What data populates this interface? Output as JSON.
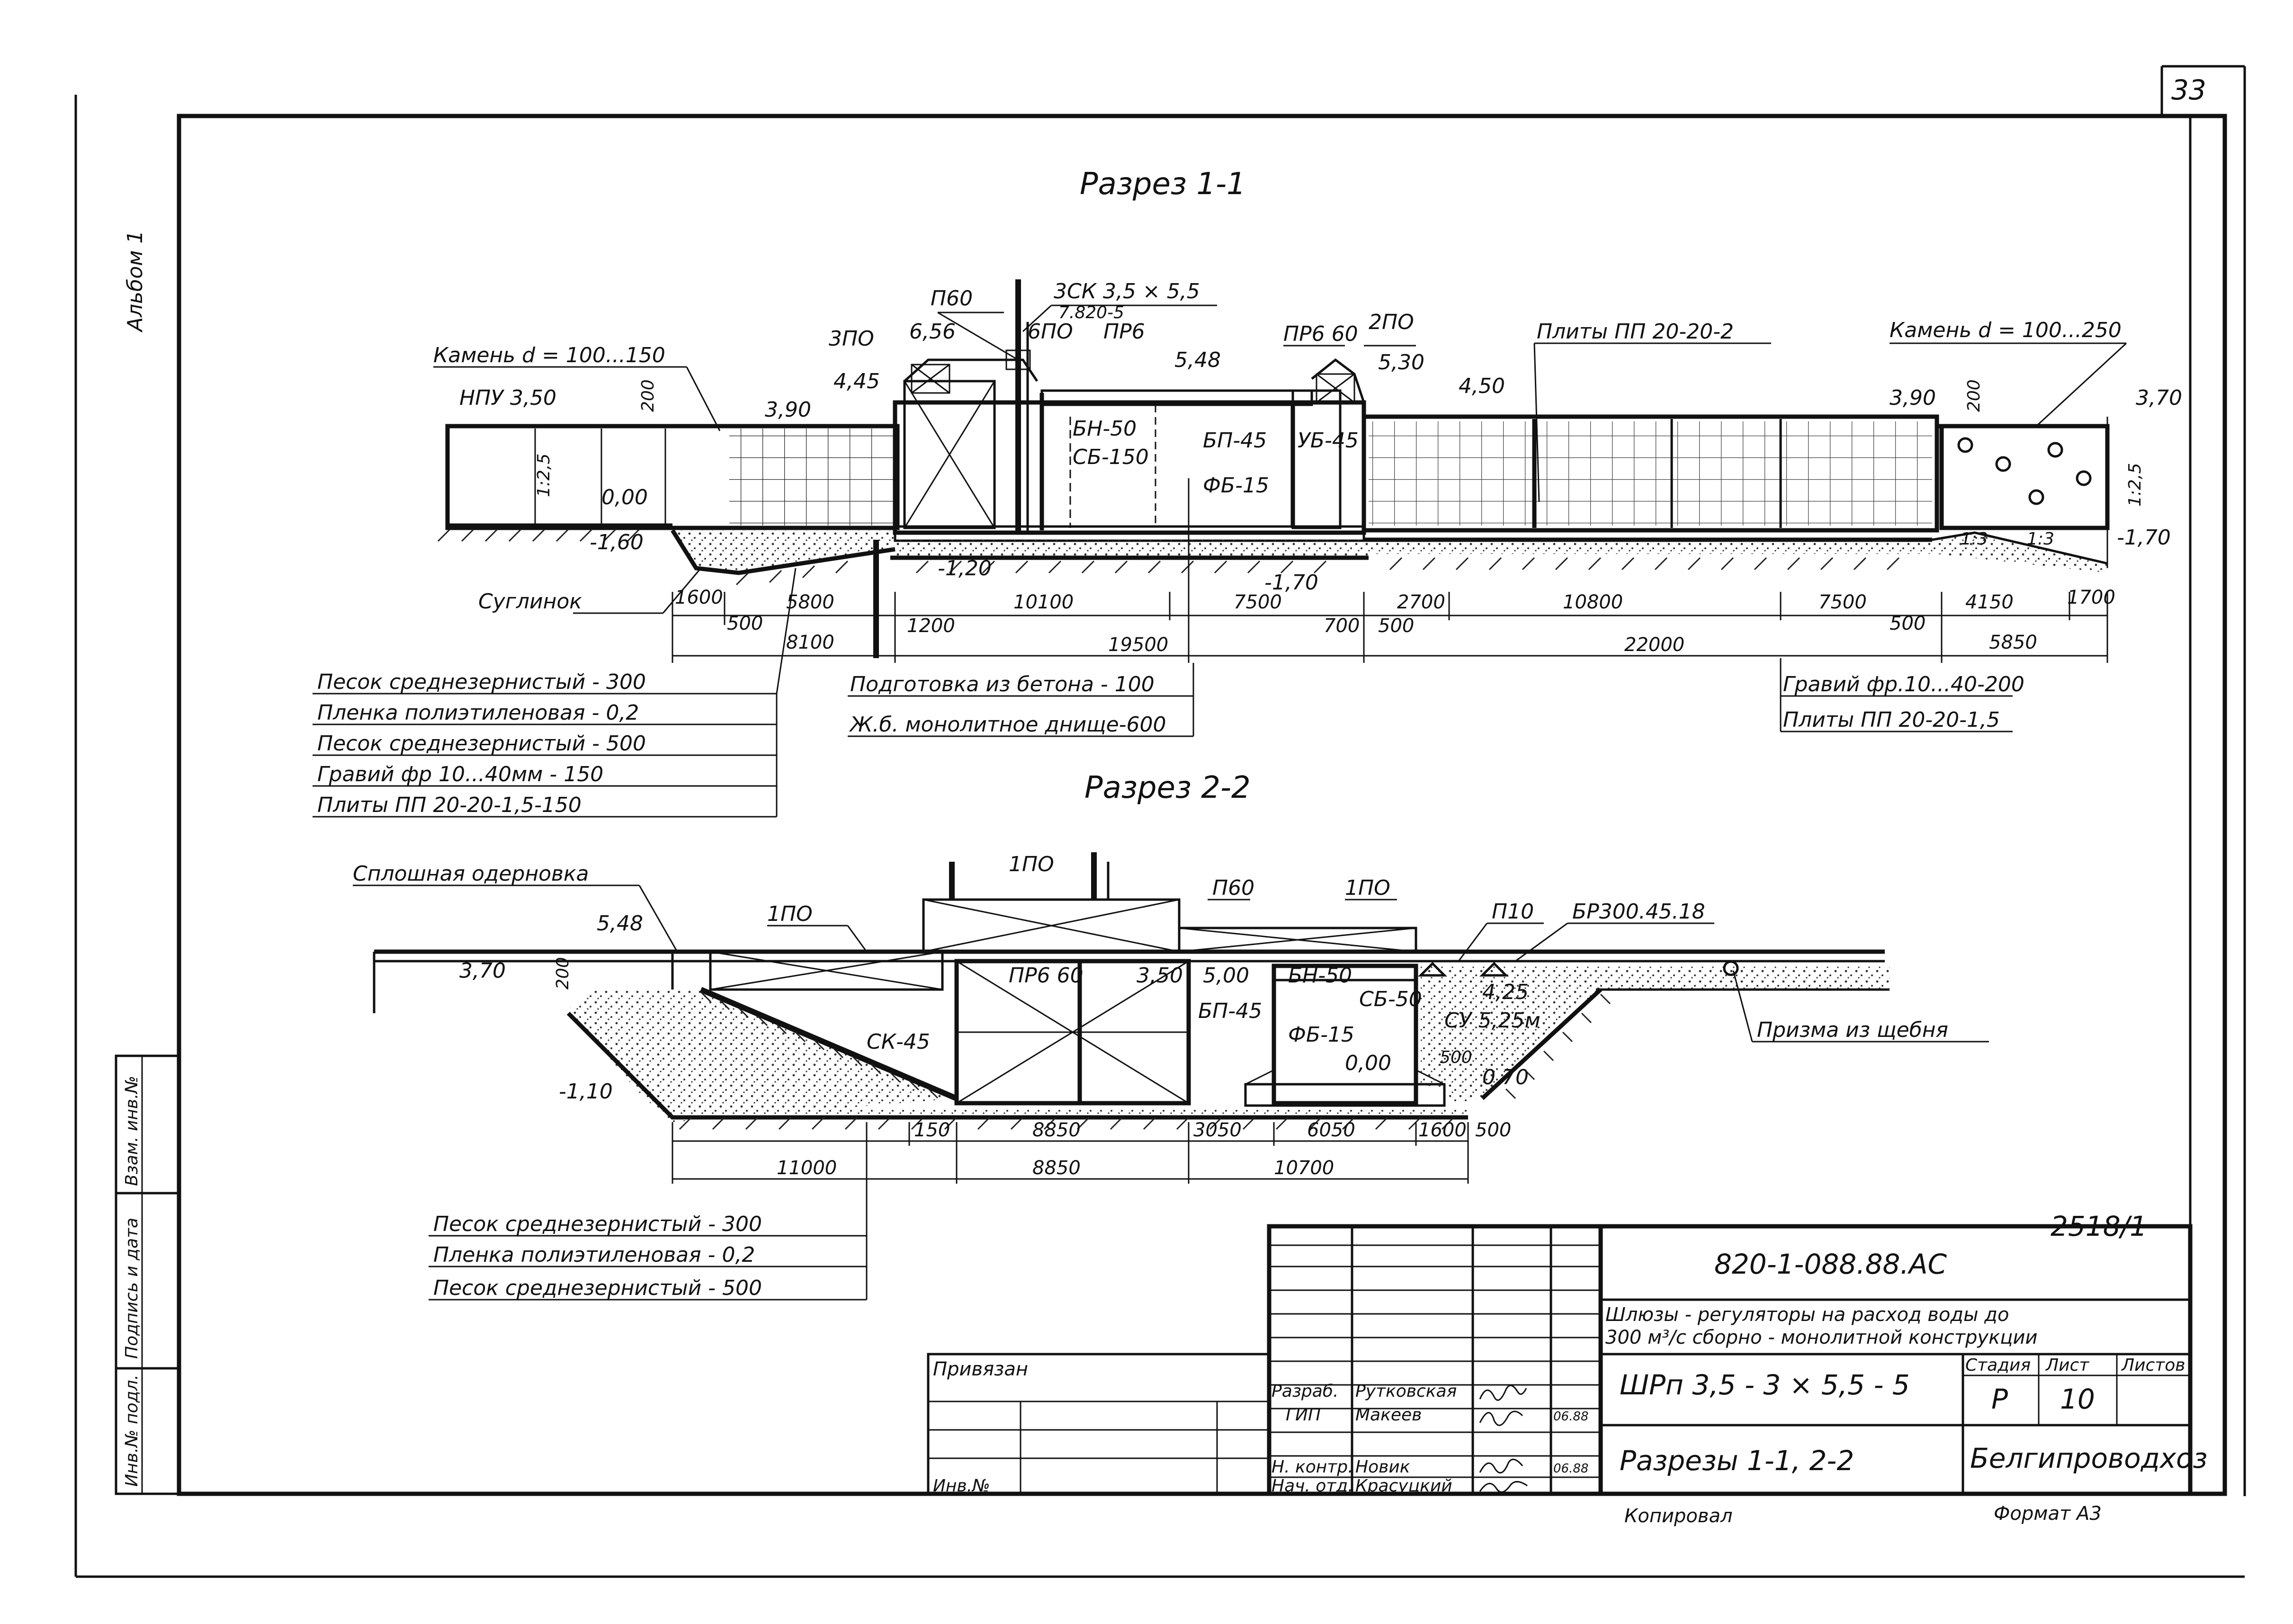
{
  "sheet": {
    "page_number": "33",
    "album": "Альбом 1",
    "doc_code": "820-1-088.88.АС",
    "sheet_mark": "2518/1"
  },
  "section1": {
    "title": "Разрез 1-1",
    "labels": {
      "p60": "П60",
      "csk": "3СК 3,5 × 5,5",
      "csk_sub": "7.820-5",
      "p3po": "3ПО",
      "e656": "6,56",
      "p6po": "6ПО",
      "pr6": "ПР6",
      "pr660": "ПР6 60",
      "p2po": "2ПО",
      "plates": "Плиты ПП 20-20-2",
      "stone_left": "Камень d = 100...150",
      "stone_right": "Камень d = 100...250",
      "npu": "НПУ 3,50",
      "e200a": "200",
      "e390a": "3,90",
      "e445": "4,45",
      "e548": "5,48",
      "e530": "5,30",
      "e450": "4,50",
      "e390b": "3,90",
      "e200b": "200",
      "e370": "3,70",
      "slope1": "1:2,5",
      "slope2": "1:2,5",
      "slope3": "1:3",
      "slope4": "1:3",
      "e000": "0,00",
      "e160": "-1,60",
      "e120": "-1,20",
      "e170a": "-1,70",
      "e170b": "-1,70",
      "bn50": "БН-50",
      "sb150": "СБ-150",
      "bp45": "БП-45",
      "ub45": "УБ-45",
      "fb15": "ФБ-15",
      "loam": "Суглинок"
    },
    "dims_row1": [
      "1600",
      "5800",
      "10100",
      "7500",
      "2700",
      "10800",
      "7500",
      "4150",
      "1700"
    ],
    "dims_row2": [
      "500",
      "1200",
      "700",
      "500",
      "500"
    ],
    "dims_row3": [
      "8100",
      "19500",
      "22000",
      "5850"
    ],
    "layers_left": [
      "Песок среднезернистый - 300",
      "Пленка полиэтиленовая - 0,2",
      "Песок среднезернистый - 500",
      "Гравий фр 10...40мм    - 150",
      "Плиты    ПП 20-20-1,5-150"
    ],
    "layers_center": [
      "Подготовка из бетона - 100",
      "Ж.б. монолитное днище-600"
    ],
    "layers_right": [
      "Гравий фр.10...40-200",
      "Плиты ПП 20-20-1,5"
    ]
  },
  "section2": {
    "title": "Разрез 2-2",
    "labels": {
      "turf": "Сплошная одерновка",
      "p1po_a": "1ПО",
      "p1po_b": "1ПО",
      "p1po_c": "1ПО",
      "p60": "П60",
      "p10": "П10",
      "br": "БР300.45.18",
      "e548": "5,48",
      "e370": "3,70",
      "e200": "200",
      "pr660": "ПР6 60",
      "e350": "3,50",
      "e500": "5,00",
      "bn50": "БН-50",
      "sb50": "СБ-50",
      "bp45": "БП-45",
      "fb15": "ФБ-15",
      "e000": "0,00",
      "sk45": "СК-45",
      "e425": "4,25",
      "su": "СУ 5,25м",
      "d500": "500",
      "e070": "0,70",
      "e110": "-1,10",
      "prism": "Призма из щебня"
    },
    "dims_row1": [
      "150",
      "8850",
      "3050",
      "6050",
      "1600",
      "500"
    ],
    "dims_row2": [
      "11000",
      "8850",
      "10700"
    ],
    "layers": [
      "Песок среднезернистый - 300",
      "Пленка полиэтиленовая - 0,2",
      "Песок среднезернистый - 500"
    ]
  },
  "title_block": {
    "project_title_line1": "Шлюзы - регуляторы на расход воды до",
    "project_title_line2": "300 м³/с сборно - монолитной конструкции",
    "object": "ШРп 3,5 - 3 × 5,5 - 5",
    "sheet_name": "Разрезы 1-1, 2-2",
    "org": "Белгипроводхоз",
    "stage_header": "Стадия",
    "sheet_header": "Лист",
    "sheets_header": "Листов",
    "stage": "Р",
    "sheet_no": "10",
    "tied": "Привязан",
    "inv": "Инв.№",
    "roles": [
      {
        "role": "Разраб.",
        "name": "Рутковская"
      },
      {
        "role": "ГИП",
        "name": "Макеев"
      },
      {
        "role": "Н. контр.",
        "name": "Новик"
      },
      {
        "role": "Нач. отд.",
        "name": "Красуцкий"
      }
    ],
    "dates": [
      "06.88",
      "06.88"
    ],
    "copied": "Копировал",
    "format": "Формат А3"
  },
  "side_stamp": {
    "inv_orig": "Инв.№ подл.",
    "sign_date": "Подпись и дата",
    "replace_inv": "Взам. инв.№"
  }
}
